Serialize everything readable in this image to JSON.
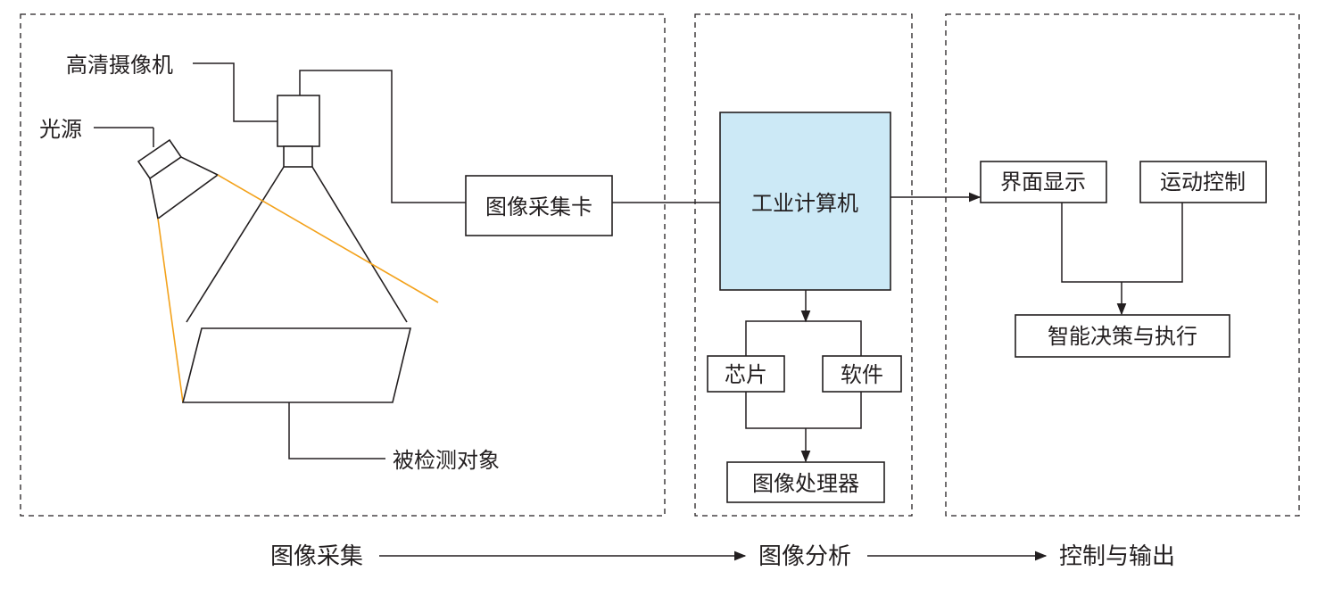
{
  "acquisition": {
    "camera_label": "高清摄像机",
    "light_label": "光源",
    "capture_card_label": "图像采集卡",
    "object_label": "被检测对象"
  },
  "analysis": {
    "computer_label": "工业计算机",
    "chip_label": "芯片",
    "software_label": "软件",
    "processor_label": "图像处理器"
  },
  "output": {
    "display_label": "界面显示",
    "motion_label": "运动控制",
    "decision_label": "智能决策与执行"
  },
  "stages": {
    "acquisition_label": "图像采集",
    "analysis_label": "图像分析",
    "output_label": "控制与输出"
  },
  "colors": {
    "computer_fill": "#cce9f6",
    "light_beam": "#f3a21c",
    "line": "#231f20"
  }
}
